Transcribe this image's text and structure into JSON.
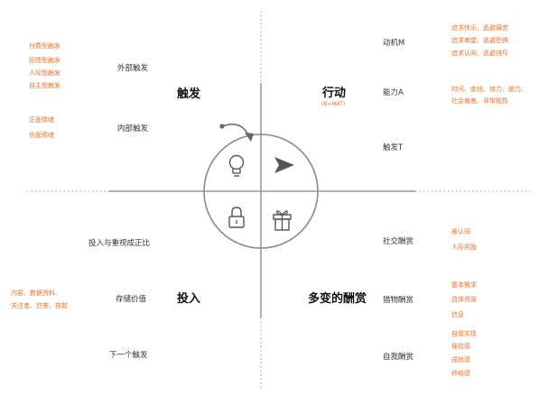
{
  "quadrants": {
    "trigger": {
      "title": "触发",
      "external_label": "外部触发",
      "internal_label": "内部触发",
      "external_types": [
        "付费型触发",
        "回馈型触发",
        "人际型触发",
        "自主型触发"
      ],
      "emotions": [
        "正面情绪",
        "负面情绪"
      ]
    },
    "action": {
      "title": "行动",
      "formula": "(B=MAT)",
      "motivation_label": "动机M",
      "ability_label": "能力A",
      "trigger_label": "触发T",
      "motivation_items": [
        "追求快乐、逃避痛苦",
        "追求希望、逃避恐惧",
        "追求认同、逃避排斥"
      ],
      "ability_items": [
        "时间、金钱、体力、脑力、",
        "社会偏差、非常规性"
      ]
    },
    "reward": {
      "title": "多变的酬赏",
      "social_label": "社交酬赏",
      "hunt_label": "猎物酬赏",
      "self_label": "自我酬赏",
      "social_items": [
        "被认同",
        "人际奖励"
      ],
      "hunt_items": [
        "基本需求",
        "具体资源",
        "信息"
      ],
      "self_items": [
        "自我实现",
        "操控感",
        "成就感",
        "终结感"
      ]
    },
    "investment": {
      "title": "投入",
      "ratio_label": "投入与重视成正比",
      "store_label": "存储价值",
      "next_label": "下一个触发",
      "store_items": [
        "内容、数据资料、",
        "关注者、信誉、技能"
      ]
    }
  },
  "icons": {
    "trigger": "lightbulb-icon",
    "action": "paper-plane-icon",
    "investment": "lock-icon",
    "reward": "gift-icon"
  },
  "colors": {
    "accent": "#e8732a",
    "line": "#888888",
    "text": "#333333"
  }
}
